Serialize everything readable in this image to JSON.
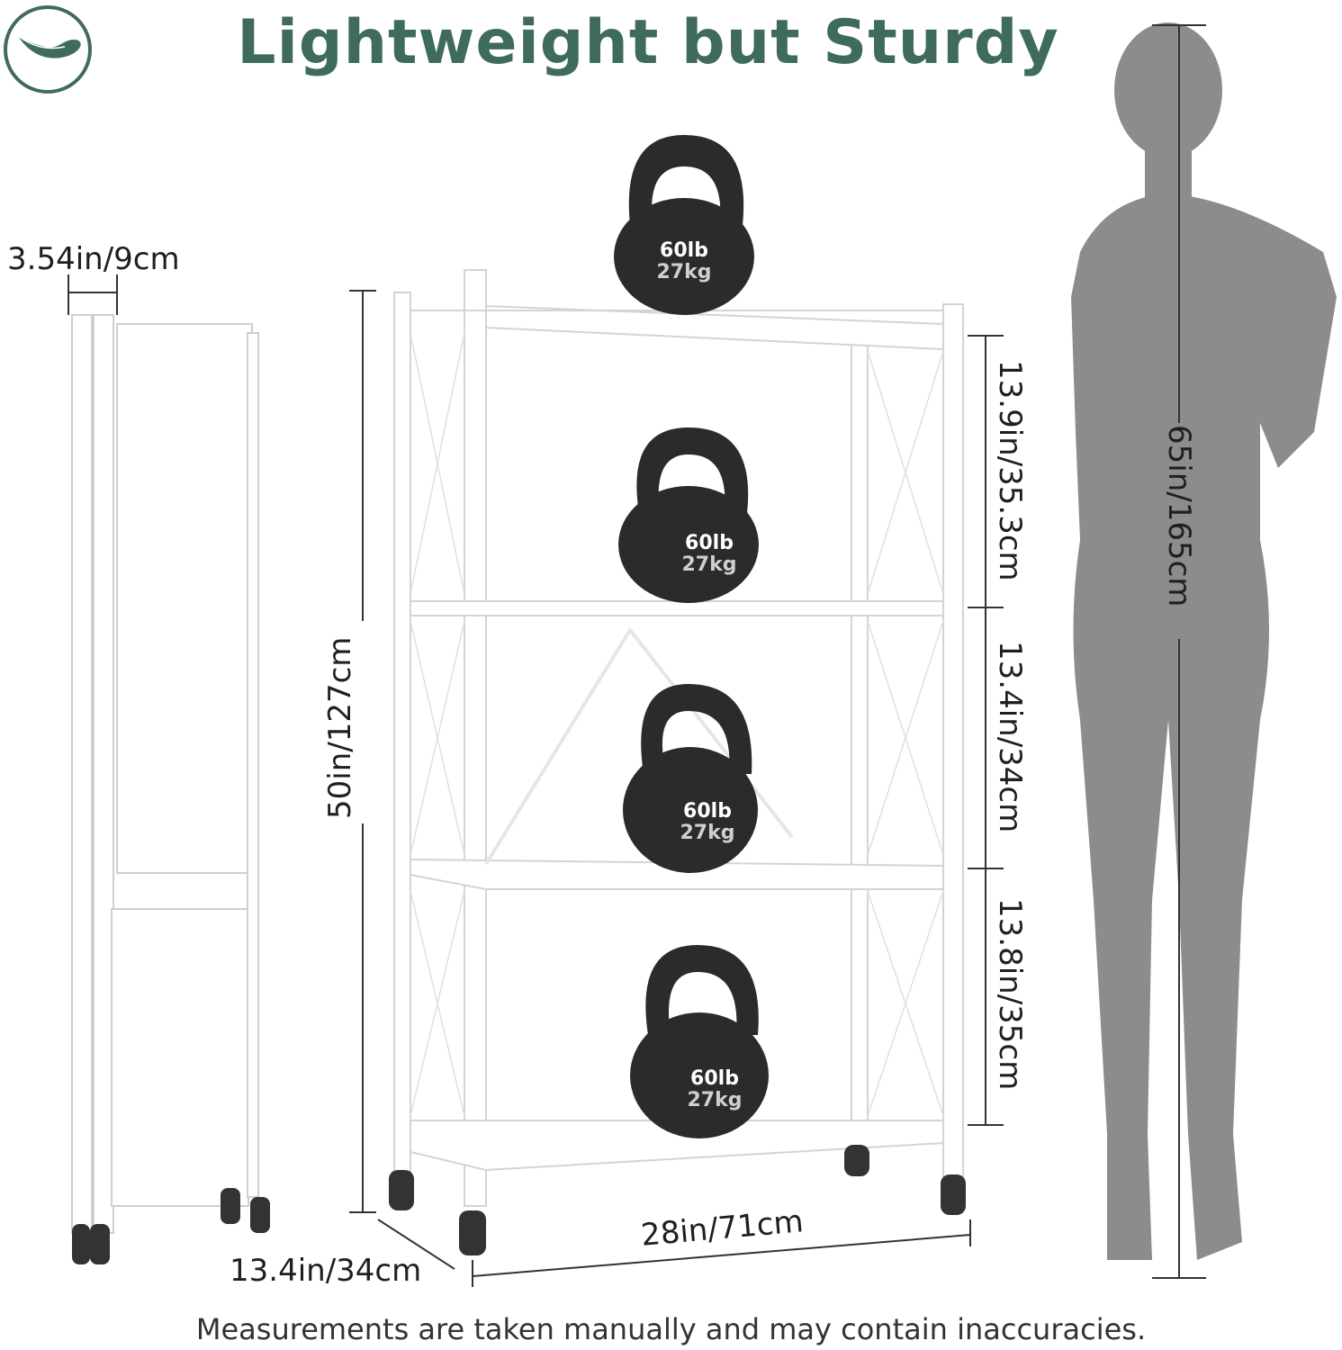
{
  "title": "Lightweight but Sturdy",
  "logo": {
    "icon": "feather-icon",
    "color": "#3f6b5e"
  },
  "dimensions": {
    "folded_thickness": "3.54in/9cm",
    "total_height": "50in/127cm",
    "tier1_height": "13.9in/35.3cm",
    "tier2_height": "13.4in/34cm",
    "tier3_height": "13.8in/35cm",
    "width": "28in/71cm",
    "depth": "13.4in/34cm",
    "person_height": "65in/165cm"
  },
  "kettlebells": [
    {
      "lb": "60lb",
      "kg": "27kg"
    },
    {
      "lb": "60lb",
      "kg": "27kg"
    },
    {
      "lb": "60lb",
      "kg": "27kg"
    },
    {
      "lb": "60lb",
      "kg": "27kg"
    }
  ],
  "disclaimer": "Measurements are taken manually and may contain inaccuracies.",
  "colors": {
    "brand": "#3f6b5e",
    "silhouette": "#8c8c8c",
    "kettlebell": "#2b2b2b"
  }
}
